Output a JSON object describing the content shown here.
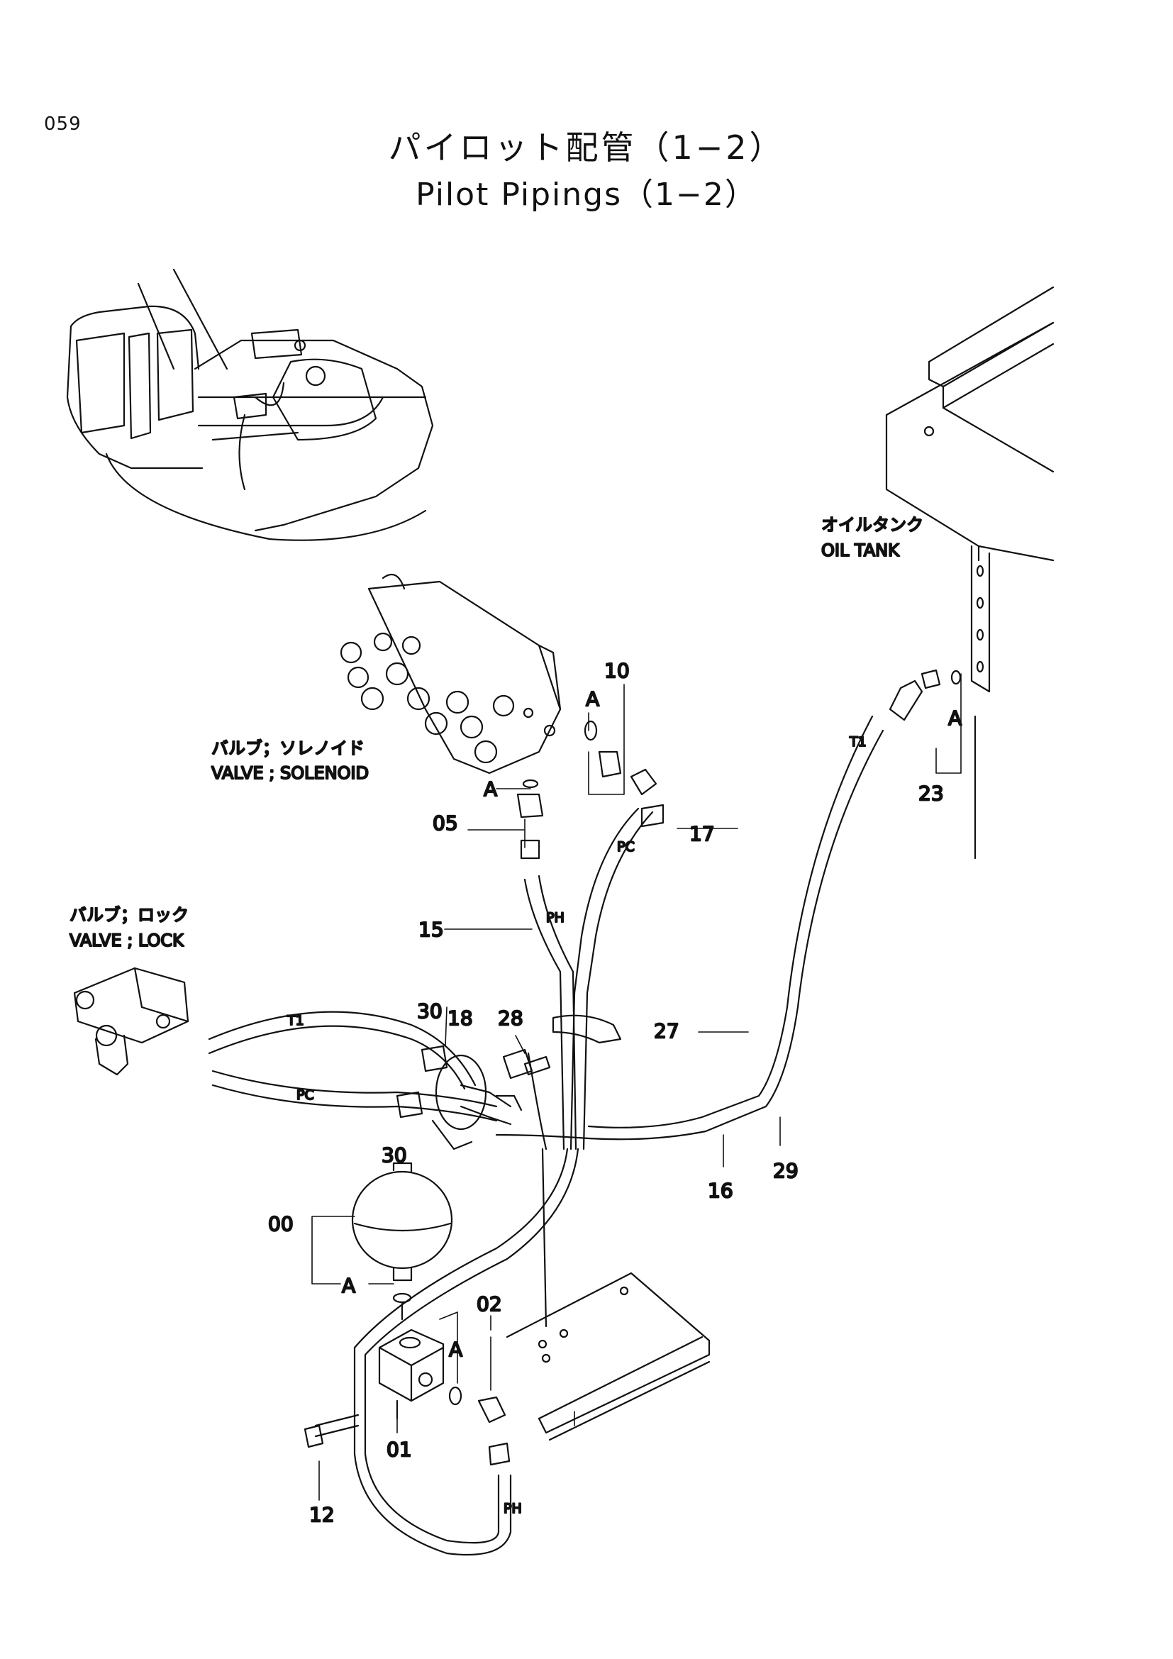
{
  "page_number": "059",
  "title_jp": "パイロット配管（1−2）",
  "title_en": "Pilot Pipings（1−2）",
  "components": {
    "oil_tank": {
      "jp": "オイルタンク",
      "en": "OIL TANK"
    },
    "solenoid_valve": {
      "jp": "バルブ；ソレノイド",
      "en": "VALVE ; SOLENOID"
    },
    "lock_valve": {
      "jp": "バルブ；ロック",
      "en": "VALVE ; LOCK"
    }
  },
  "parts": {
    "p00": "00",
    "p01": "01",
    "p02": "02",
    "p05": "05",
    "p10": "10",
    "p12": "12",
    "p15": "15",
    "p16": "16",
    "p17": "17",
    "p18": "18",
    "p23": "23",
    "p27": "27",
    "p28": "28",
    "p29": "29",
    "p30a": "30",
    "p30b": "30"
  },
  "markers": {
    "a1": "A",
    "a2": "A",
    "a3": "A",
    "a4": "A",
    "a5": "A"
  },
  "port_tags": {
    "t1_tank": "T1",
    "t1_lock": "T1",
    "pc_solenoid": "PC",
    "pc_lock": "PC",
    "ph_solenoid": "PH",
    "ph_block": "PH"
  }
}
